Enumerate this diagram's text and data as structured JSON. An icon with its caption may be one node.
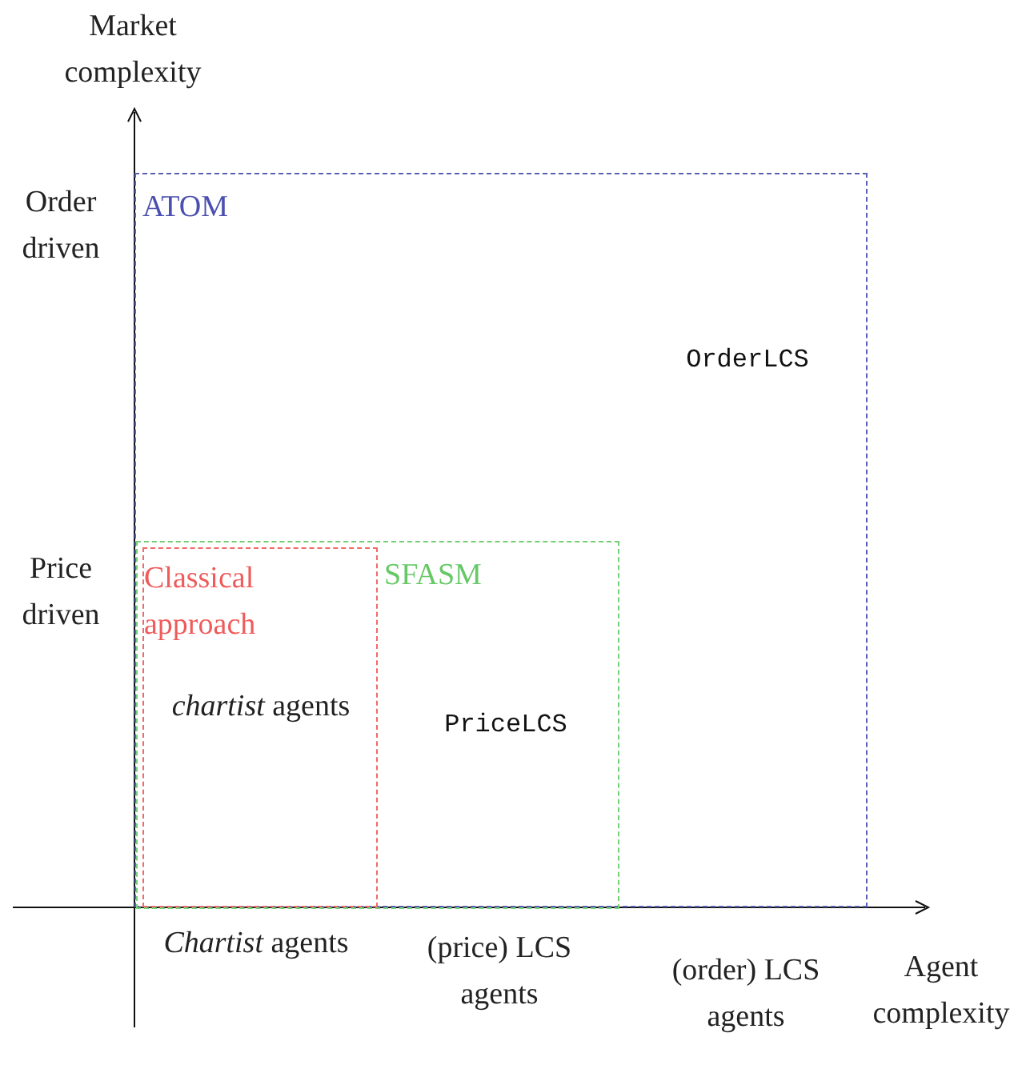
{
  "diagram": {
    "nodes": [
      {
        "text": [
          "ATOM",
          "OrderLCS"
        ]
      },
      {
        "text": [
          "SFASM",
          "PriceLCS"
        ],
        "in": 0
      },
      {
        "text": [
          "Classical approach",
          "*chartist* agents"
        ],
        "in": 1
      }
    ],
    "labels": [
      "Market complexity",
      "Order driven",
      "Price driven",
      "*Chartist* agents",
      "(price) LCS agents",
      "(order) LCS agents",
      "Agent complexity"
    ]
  }
}
